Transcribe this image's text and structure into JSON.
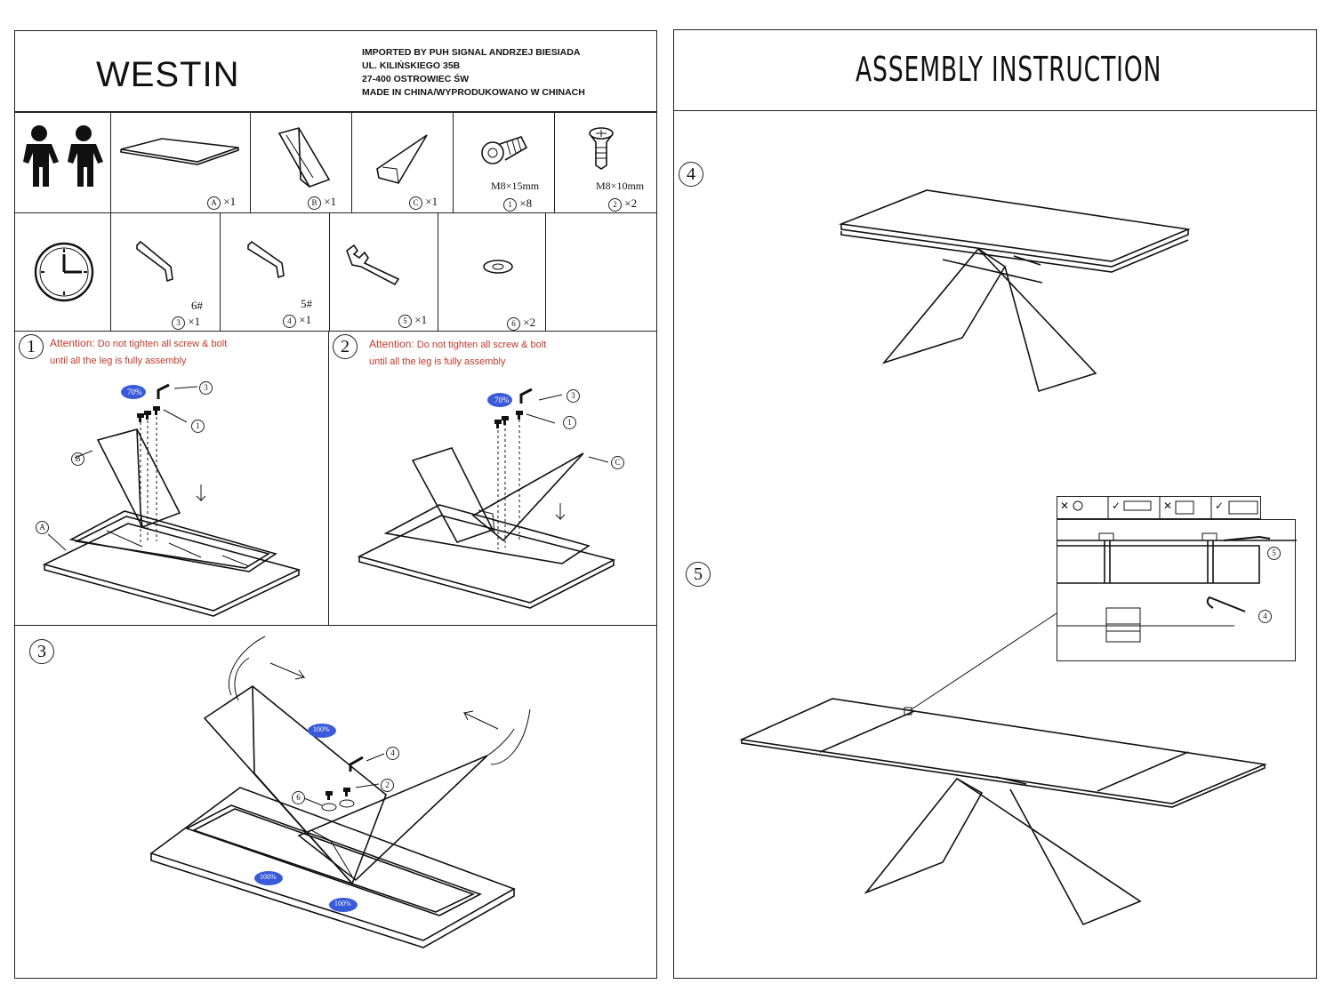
{
  "brand": "WESTIN",
  "importer": {
    "line1": "IMPORTED BY PUH SIGNAL ANDRZEJ BIESIADA",
    "line2": "UL. KILIŃSKIEGO 35B",
    "line3": "27-400 OSTROWIEC ŚW",
    "line4": "MADE IN CHINA/WYPRODUKOWANO W CHINACH"
  },
  "title": "ASSEMBLY INSTRUCTION",
  "parts": {
    "a": {
      "letter": "A",
      "qty": "×1"
    },
    "b": {
      "letter": "B",
      "qty": "×1"
    },
    "c": {
      "letter": "C",
      "qty": "×1"
    },
    "screw1": {
      "size": "M8×15mm",
      "num": "1",
      "qty": "×8"
    },
    "screw2": {
      "size": "M8×10mm",
      "num": "2",
      "qty": "×2"
    },
    "key6": {
      "size": "6#",
      "num": "3",
      "qty": "×1"
    },
    "key5": {
      "size": "5#",
      "num": "4",
      "qty": "×1"
    },
    "wrench": {
      "num": "5",
      "qty": "×1"
    },
    "washer": {
      "num": "6",
      "qty": "×2"
    }
  },
  "steps": {
    "s1": {
      "num": "1",
      "attention": "Attention:",
      "text1": "Do not tighten all screw & bolt",
      "text2": "until all the leg is fully assembly",
      "pct": "70%"
    },
    "s2": {
      "num": "2",
      "attention": "Attention:",
      "text1": "Do not tighten all screw & bolt",
      "text2": "until all the leg is fully assembly",
      "pct": "70%"
    },
    "s3": {
      "num": "3",
      "pct": "100%"
    },
    "s4": {
      "num": "4"
    },
    "s5": {
      "num": "5"
    }
  },
  "callouts": {
    "c1": "3",
    "c2": "1",
    "c3": "B",
    "c4": "A",
    "c5": "C",
    "c6": "4",
    "c7": "2",
    "c8": "6",
    "c9": "5"
  }
}
